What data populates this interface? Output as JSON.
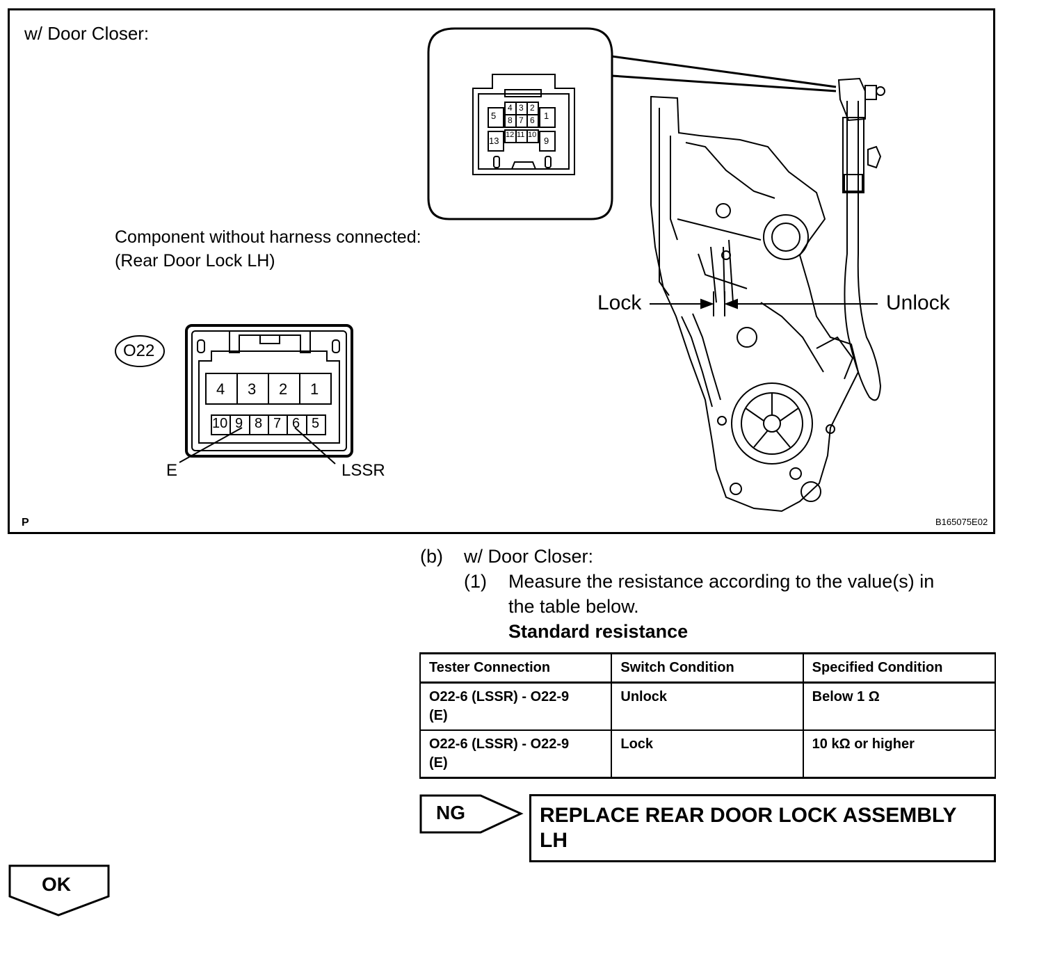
{
  "figure": {
    "title": "w/ Door Closer:",
    "component_note_line1": "Component without harness connected:",
    "component_note_line2": "(Rear Door Lock LH)",
    "connector_id": "O22",
    "main_connector_pins_top": [
      "4",
      "3",
      "2",
      "1"
    ],
    "main_connector_pins_bottom": [
      "10",
      "9",
      "8",
      "7",
      "6",
      "5"
    ],
    "label_e": "E",
    "label_lssr": "LSSR",
    "label_lock": "Lock",
    "label_unlock": "Unlock",
    "inset_pins": [
      "5",
      "4",
      "3",
      "2",
      "1",
      "8",
      "7",
      "6",
      "13",
      "12",
      "11",
      "10",
      "9"
    ],
    "corner_mark": "P",
    "figure_code": "B165075E02"
  },
  "step": {
    "letter": "(b)",
    "heading": "w/ Door Closer:",
    "sub_number": "(1)",
    "sub_text_line1": "Measure the resistance according to the value(s) in",
    "sub_text_line2": "the table below.",
    "table_title": "Standard resistance"
  },
  "table": {
    "headers": [
      "Tester Connection",
      "Switch Condition",
      "Specified Condition"
    ],
    "rows": [
      {
        "connection_line1": "O22-6 (LSSR) - O22-9",
        "connection_line2": "(E)",
        "switch": "Unlock",
        "spec": "Below 1 Ω"
      },
      {
        "connection_line1": "O22-6 (LSSR) - O22-9",
        "connection_line2": "(E)",
        "switch": "Lock",
        "spec": "10 kΩ or higher"
      }
    ]
  },
  "ng": {
    "label": "NG",
    "action_line1": "REPLACE REAR DOOR LOCK ASSEMBLY",
    "action_line2": "LH"
  },
  "ok": {
    "label": "OK"
  }
}
